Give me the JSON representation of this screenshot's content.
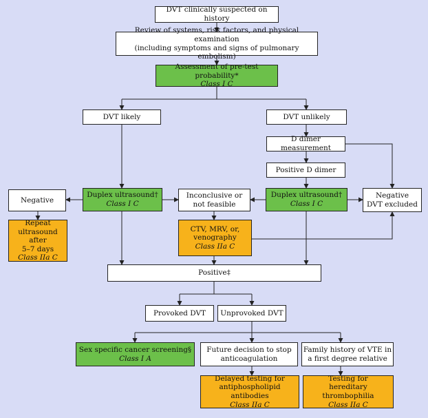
{
  "nodes": {
    "suspected": {
      "lines": [
        "DVT clinically suspected on history"
      ]
    },
    "review": {
      "lines": [
        "Review of systems, risk factors, and physical examination",
        "(including symptoms and signs of pulmonary embolism)"
      ]
    },
    "pretest": {
      "lines": [
        "Assessment of pre-test probability*"
      ],
      "class": "Class I C"
    },
    "likely": {
      "lines": [
        "DVT likely"
      ]
    },
    "unlikely": {
      "lines": [
        "DVT unlikely"
      ]
    },
    "ddimer": {
      "lines": [
        "D dimer measurement"
      ]
    },
    "posdimer": {
      "lines": [
        "Positive D dimer"
      ]
    },
    "negative": {
      "lines": [
        "Negative"
      ]
    },
    "duplex_left": {
      "lines": [
        "Duplex ultrasound†"
      ],
      "class": "Class I C"
    },
    "inconclusive": {
      "lines": [
        "Inconclusive or",
        "not feasible"
      ]
    },
    "duplex_right": {
      "lines": [
        "Duplex ultrasound†"
      ],
      "class": "Class I C"
    },
    "excluded": {
      "lines": [
        "Negative",
        "DVT excluded"
      ]
    },
    "repeat": {
      "lines": [
        "Repeat",
        "ultrasound after",
        "5–7 days"
      ],
      "class": "Class IIa C"
    },
    "ctv": {
      "lines": [
        "CTV, MRV, or,",
        "venography"
      ],
      "class": "Class IIa C"
    },
    "positive": {
      "lines": [
        "Positive‡"
      ]
    },
    "provoked": {
      "lines": [
        "Provoked DVT"
      ]
    },
    "unprovoked": {
      "lines": [
        "Unprovoked DVT"
      ]
    },
    "cancer": {
      "lines": [
        "Sex specific cancer screening§"
      ],
      "class": "Class I A"
    },
    "stop": {
      "lines": [
        "Future decision to stop",
        "anticoagulation"
      ]
    },
    "family": {
      "lines": [
        "Family history of VTE in",
        "a first degree relative"
      ]
    },
    "antiphos": {
      "lines": [
        "Delayed testing for",
        "antiphospholipid antibodies"
      ],
      "class": "Class IIa C"
    },
    "thrombo": {
      "lines": [
        "Testing for",
        "hereditary thrombophilia"
      ],
      "class": "Class IIa C"
    }
  }
}
